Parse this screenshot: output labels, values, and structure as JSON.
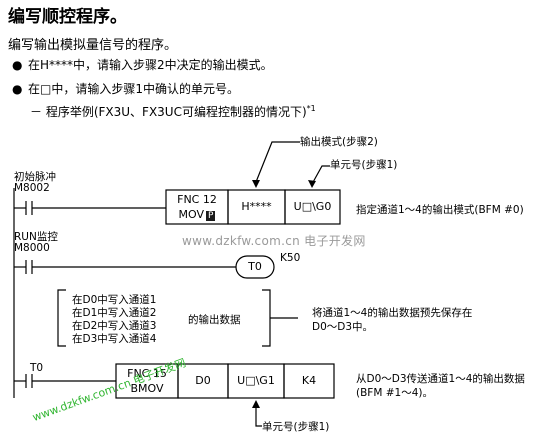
{
  "heading": "编写顺控程序。",
  "intro": "编写输出模拟量信号的程序。",
  "bullets": [
    "在H****中，请输入步骤2中决定的输出模式。",
    "在□中，请输入步骤1中确认的单元号。"
  ],
  "example_line": "－ 程序举例(FX3U、FX3UC可编程控制器的情况下)",
  "footnote_mark": "*1",
  "callouts": {
    "output_mode": "输出模式(步骤2)",
    "unit_no_top": "单元号(步骤1)",
    "unit_no_bottom": "单元号(步骤1)"
  },
  "rung1": {
    "contact_label": "初始脉冲",
    "contact_addr": "M8002",
    "instr_top": "FNC 12",
    "instr_bottom": "MOV",
    "pulse_mark": "P",
    "operand1": "H****",
    "operand2": "U□\\G0",
    "comment": "指定通道1～4的输出模式(BFM #0)"
  },
  "rung2": {
    "contact_label": "RUN监控",
    "contact_addr": "M8000",
    "coil": "T0",
    "constant": "K50"
  },
  "bracket": {
    "lines": [
      "在D0中写入通道1",
      "在D1中写入通道2",
      "在D2中写入通道3",
      "在D3中写入通道4"
    ],
    "middle": "的输出数据",
    "note_line1": "将通道1～4的输出数据预先保存在",
    "note_line2": "D0～D3中。"
  },
  "rung3": {
    "contact_addr": "T0",
    "instr_top": "FNC 15",
    "instr_bottom": "BMOV",
    "operand1": "D0",
    "operand2": "U□\\G1",
    "operand3": "K4",
    "comment_line1": "从D0～D3传送通道1～4的输出数据",
    "comment_line2": "(BFM #1～4)。"
  },
  "watermarks": {
    "center": "www.dzkfw.com.cn 电子开发网",
    "diagonal": "www.dzkfw.com.cn 电子开发网"
  },
  "colors": {
    "text": "#000000",
    "watermark_grey": "#9a9a9a",
    "watermark_green": "#30b530"
  }
}
